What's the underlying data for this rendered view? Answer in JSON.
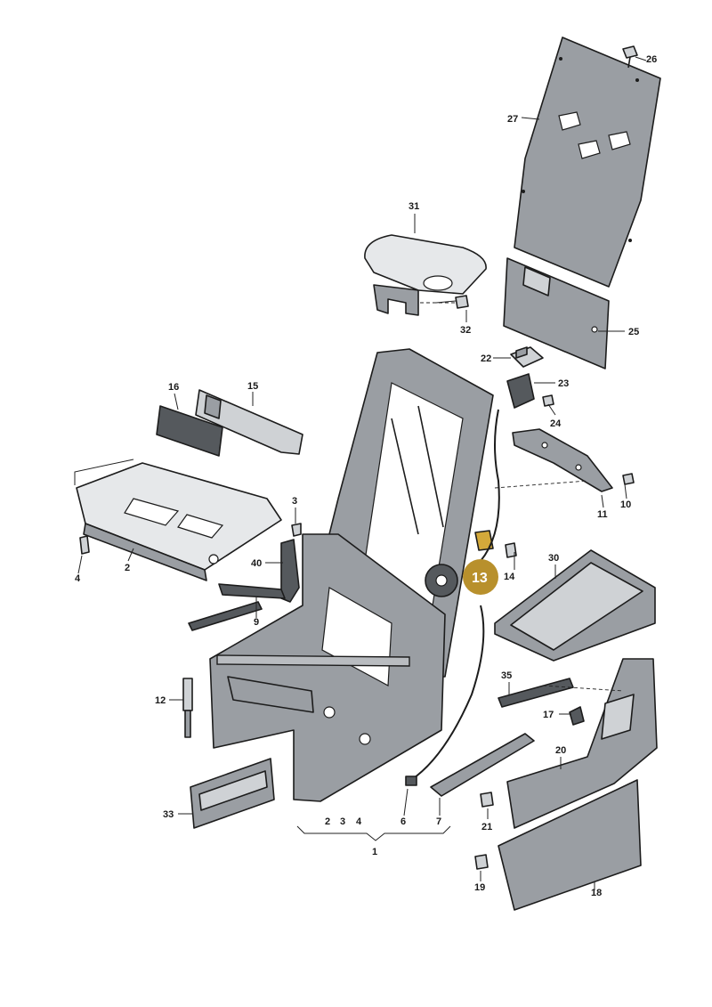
{
  "callouts": {
    "c1": "1",
    "c2a": "2",
    "c2b": "2",
    "c3a": "3",
    "c3b": "3",
    "c4a": "4",
    "c4b": "4",
    "c6": "6",
    "c7": "7",
    "c9": "9",
    "c10": "10",
    "c11": "11",
    "c12": "12",
    "c13": "13",
    "c14": "14",
    "c15": "15",
    "c16": "16",
    "c17": "17",
    "c18": "18",
    "c19": "19",
    "c20": "20",
    "c21": "21",
    "c22": "22",
    "c23": "23",
    "c24": "24",
    "c25": "25",
    "c26": "26",
    "c27": "27",
    "c30": "30",
    "c31": "31",
    "c32": "32",
    "c33": "33",
    "c35": "35",
    "c40": "40"
  },
  "colors": {
    "highlight": "#b8902c",
    "part_mid": "#9a9ea3",
    "part_light": "#cfd2d5",
    "outline": "#1c1c1c"
  }
}
